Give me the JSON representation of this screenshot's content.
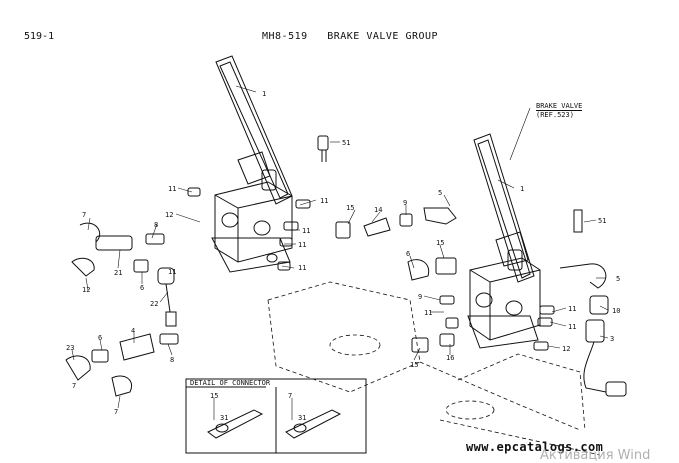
{
  "header": {
    "page_number": "519-1",
    "title": "MH8-519   BRAKE VALVE GROUP"
  },
  "reference": {
    "line1": "BRAKE VALVE",
    "line2": "(REF.523)"
  },
  "detail_title": "DETAIL OF CONNECTOR",
  "watermark": "www.epcatalogs.com",
  "overlay_text": "Активация Wind",
  "part_labels": [
    "1",
    "51",
    "11",
    "11",
    "12",
    "11",
    "11",
    "8",
    "7",
    "21",
    "6",
    "22",
    "5",
    "15",
    "14",
    "9",
    "11",
    "11",
    "12",
    "5",
    "1",
    "51",
    "15",
    "6",
    "9",
    "11",
    "16",
    "11",
    "11",
    "12",
    "10",
    "3",
    "15",
    "4",
    "6",
    "8",
    "23",
    "7",
    "7",
    "15",
    "31",
    "7",
    "31"
  ]
}
